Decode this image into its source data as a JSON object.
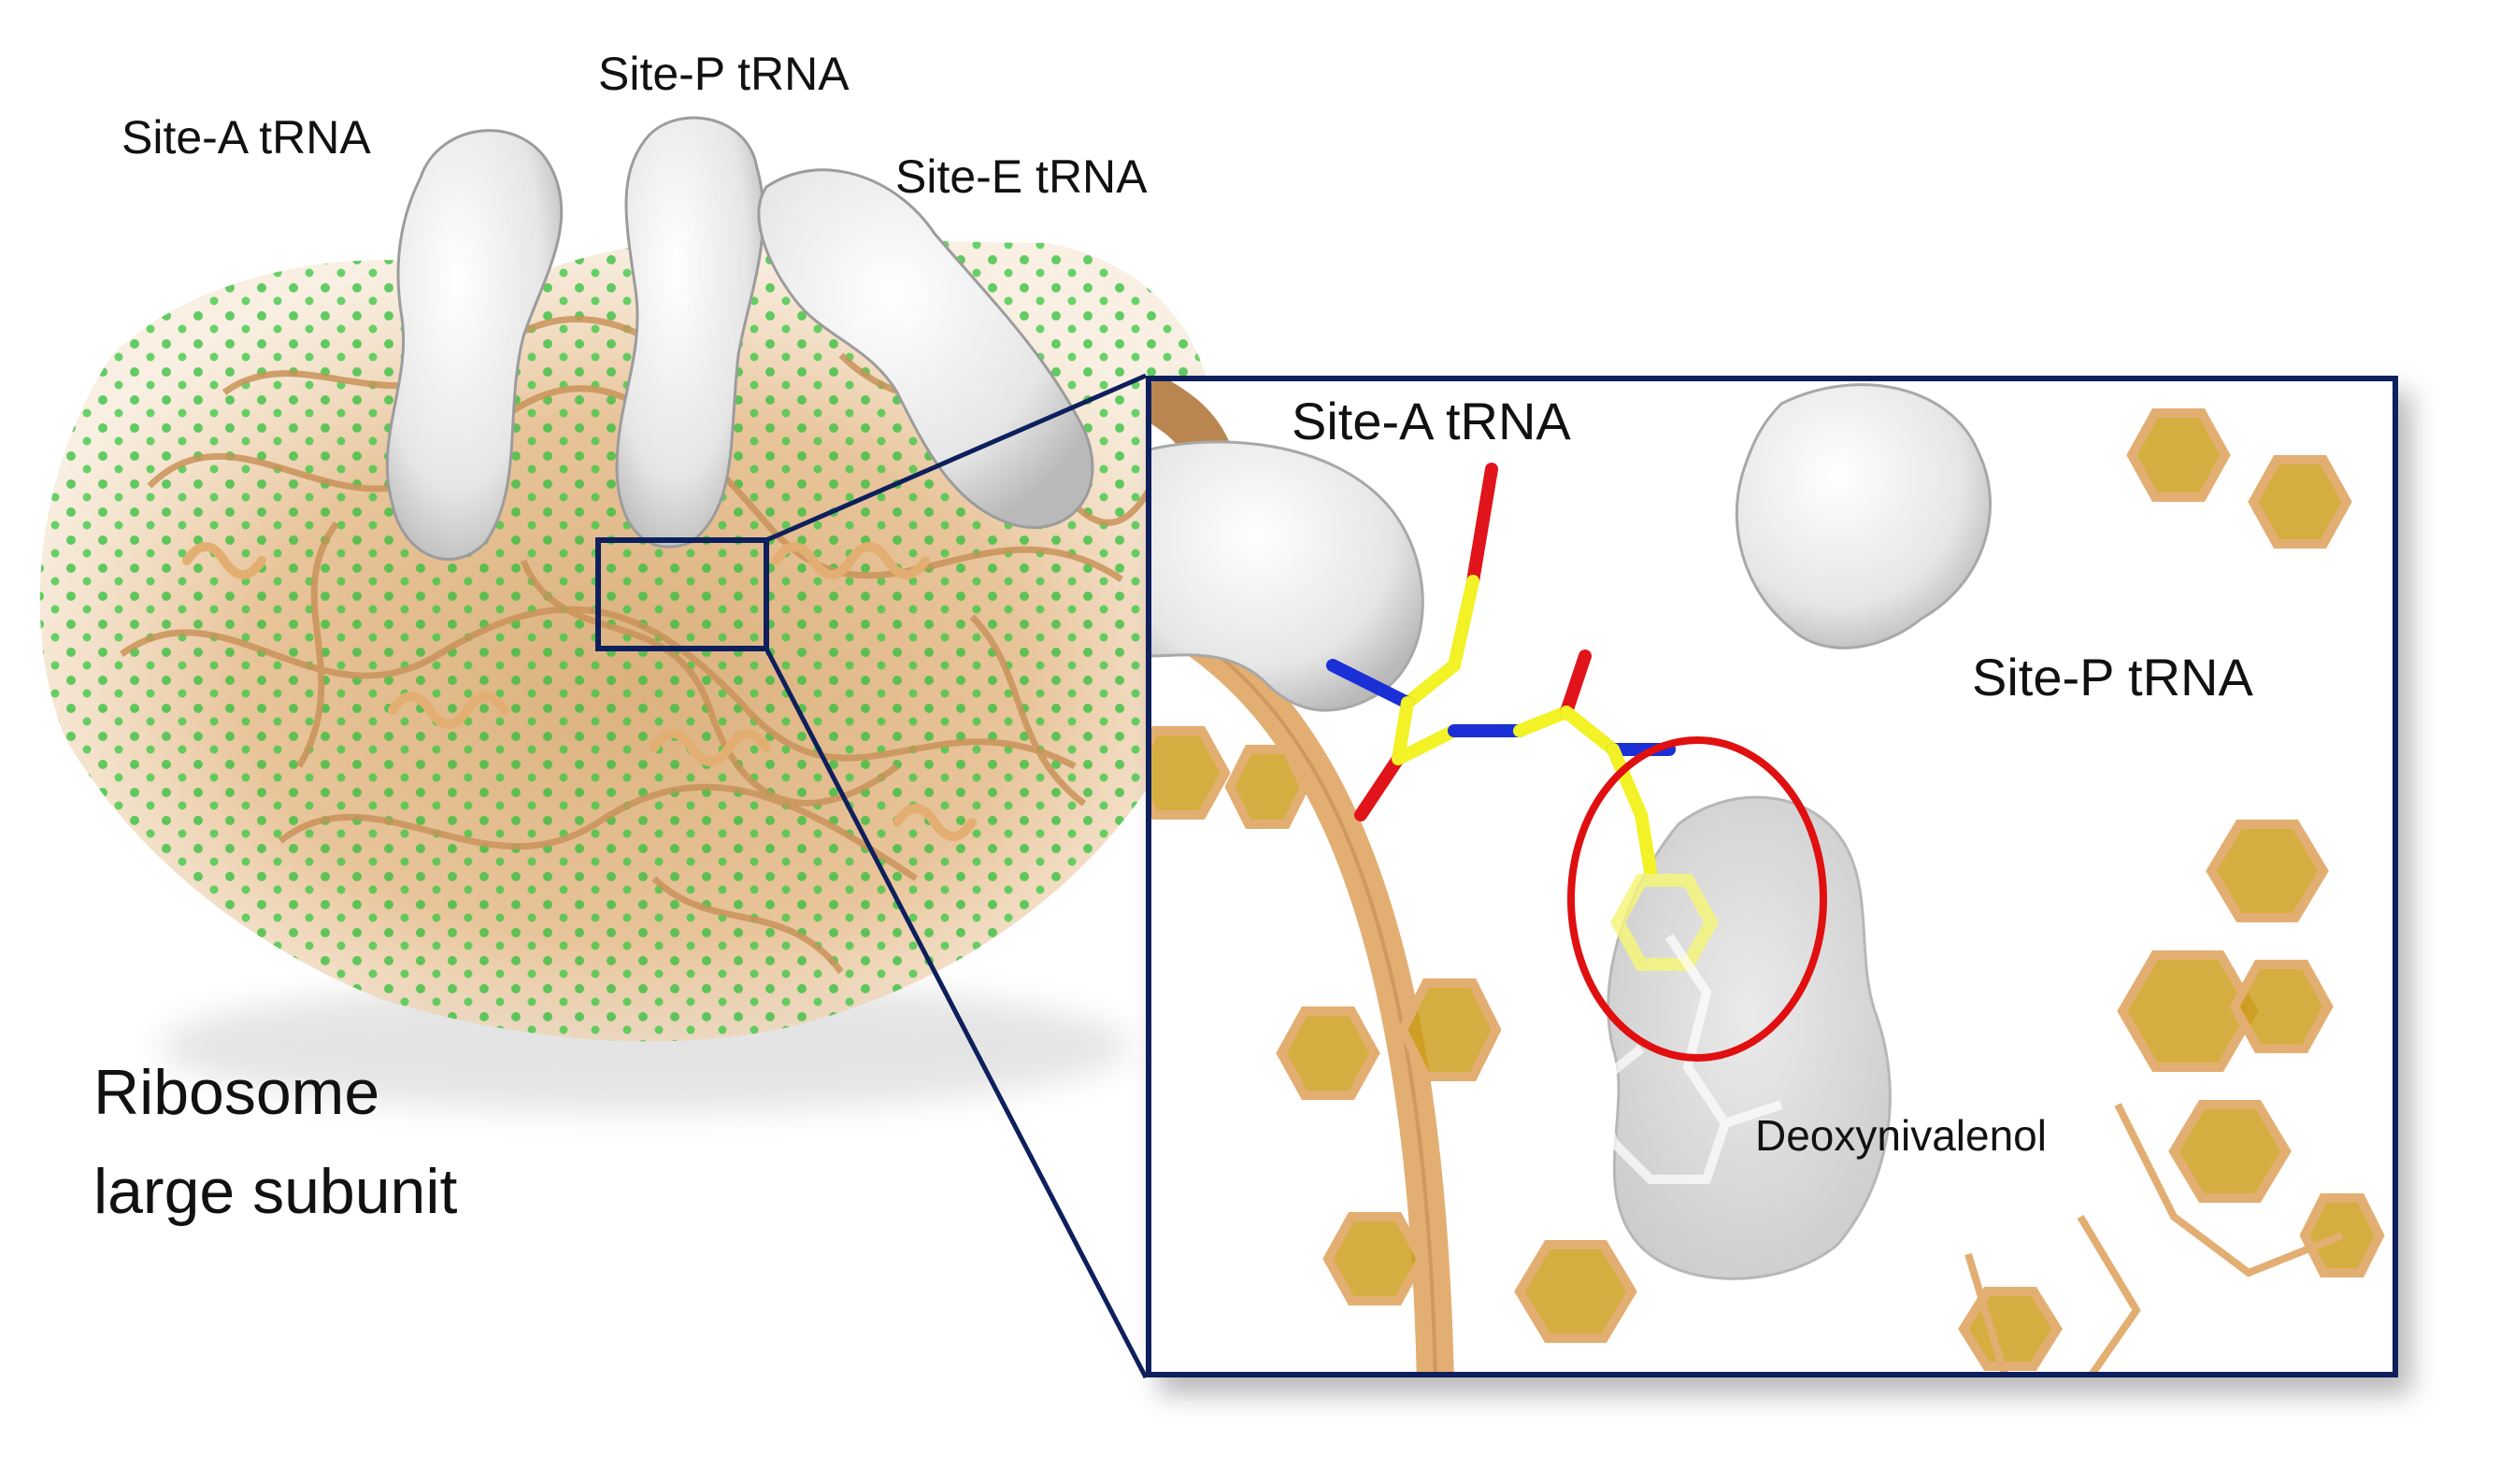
{
  "labels": {
    "site_a_top": "Site-A tRNA",
    "site_p_top": "Site-P tRNA",
    "site_e_top": "Site-E tRNA",
    "ribosome_line1": "Ribosome",
    "ribosome_line2": "large subunit",
    "site_a_inset": "Site-A tRNA",
    "site_p_inset": "Site-P tRNA",
    "deoxynivalenol": "Deoxynivalenol"
  },
  "colors": {
    "ribbon": "#e8b77e",
    "ribbon_dark": "#b98650",
    "nucleotide_dot": "#2fbf3a",
    "trna_surface": "#eeeeee",
    "inset_frame": "#0d1f5c",
    "ligand_carbon": "#f2f226",
    "oxygen": "#e0141a",
    "nitrogen": "#1a2fd6",
    "highlight_circle": "#e01010",
    "base_fill": "#c99a10"
  }
}
